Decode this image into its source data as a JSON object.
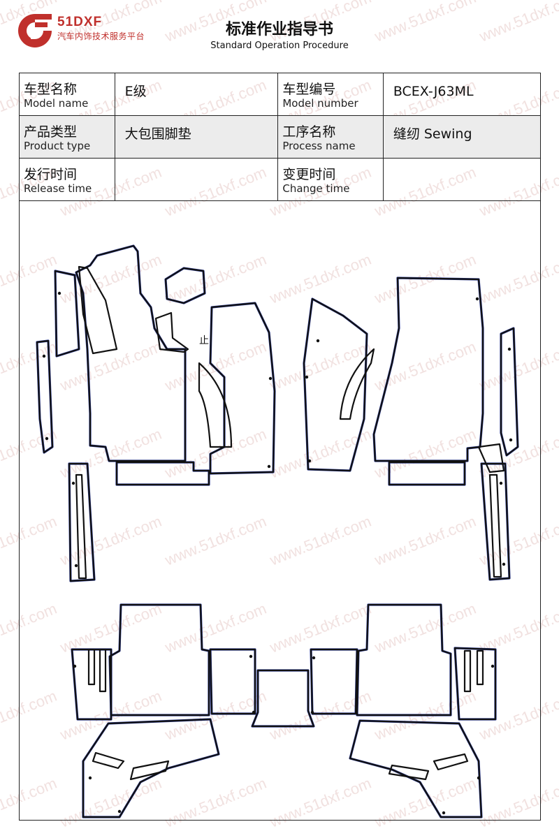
{
  "header": {
    "brand_name": "51DXF",
    "brand_tagline": "汽车内饰技术服务平台",
    "title_zh": "标准作业指导书",
    "title_en": "Standard Operation Procedure"
  },
  "info": {
    "model_name_label_zh": "车型名称",
    "model_name_label_en": "Model name",
    "model_name_value": "E级",
    "model_number_label_zh": "车型编号",
    "model_number_label_en": "Model number",
    "model_number_value": "BCEX-J63ML",
    "product_type_label_zh": "产品类型",
    "product_type_label_en": "Product type",
    "product_type_value": "大包围脚垫",
    "process_name_label_zh": "工序名称",
    "process_name_label_en": "Process name",
    "process_name_value": "缝纫 Sewing",
    "release_time_label_zh": "发行时间",
    "release_time_label_en": "Release time",
    "release_time_value": "",
    "change_time_label_zh": "变更时间",
    "change_time_label_en": "Change time",
    "change_time_value": ""
  },
  "drawing": {
    "mark_label": "止"
  },
  "watermark": {
    "text": "www.51dxf.com"
  },
  "colors": {
    "brand_red": "#c0302c",
    "outline_blue": "#2a3a9a"
  }
}
